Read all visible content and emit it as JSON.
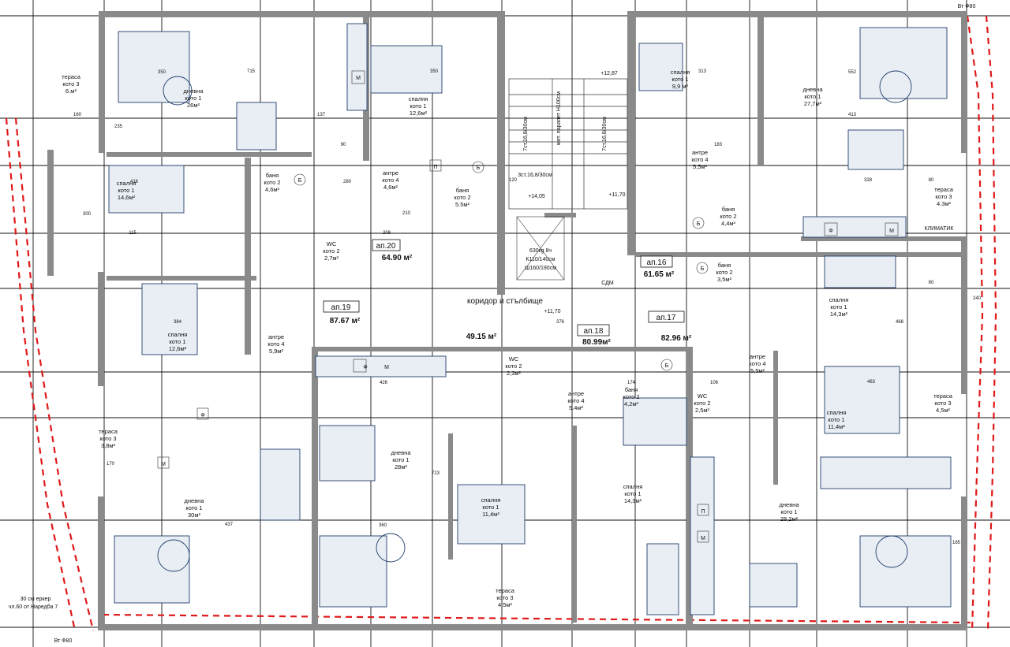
{
  "apartments": [
    {
      "id": "ap19",
      "name": "ап.19",
      "area": "87.67 м²"
    },
    {
      "id": "ap20",
      "name": "ап.20",
      "area": "64.90 м²"
    },
    {
      "id": "ap16",
      "name": "ап.16",
      "area": "61.65 м²"
    },
    {
      "id": "ap17",
      "name": "ап.17",
      "area": "82.96 м²"
    },
    {
      "id": "ap18",
      "name": "ап.18",
      "area": "80.99м²"
    }
  ],
  "corridor": {
    "name": "коридор и стълбище",
    "area": "49.15 м²",
    "level": "+11,70"
  },
  "levels": {
    "l1": "+12,87",
    "l2": "+14,05",
    "l3": "+11,70"
  },
  "stair_labels": {
    "a": "7ст.16,8/30см",
    "b": "мет. парапет Н100см",
    "c": "7ст.16,8/30см",
    "d": "3ст.16,8/30см"
  },
  "elevator": {
    "l1": "630кg 8ч",
    "l2": "К110/140см",
    "l3": "Ш160/190см"
  },
  "notes": {
    "erker": "30 см еркер",
    "naredba": "чл.60 от Наредба 7",
    "vt": "Вт Ф80",
    "klima": "КЛИМАТИК",
    "sdm": "СДМ"
  },
  "rooms": [
    {
      "id": "r1",
      "name": "тераса",
      "floor": "кото 3",
      "area": "6.м²"
    },
    {
      "id": "r2",
      "name": "дневна",
      "floor": "кото 1",
      "area": "26м²"
    },
    {
      "id": "r3",
      "name": "спалня",
      "floor": "кото 1",
      "area": "12,6м²"
    },
    {
      "id": "r4",
      "name": "спалня",
      "floor": "кото 1",
      "area": "14,6м²"
    },
    {
      "id": "r5",
      "name": "баня",
      "floor": "кото 2",
      "area": "4,6м²"
    },
    {
      "id": "r6",
      "name": "антре",
      "floor": "кото 4",
      "area": "4,6м²"
    },
    {
      "id": "r7",
      "name": "баня",
      "floor": "кото 2",
      "area": "5.5м²"
    },
    {
      "id": "r8",
      "name": "WC",
      "floor": "кото 2",
      "area": "2,7м²"
    },
    {
      "id": "r9",
      "name": "спалня",
      "floor": "кото 1",
      "area": "12,6м²"
    },
    {
      "id": "r10",
      "name": "антре",
      "floor": "кото 4",
      "area": "5,9м²"
    },
    {
      "id": "r11",
      "name": "тераса",
      "floor": "кото 3",
      "area": "3,8м²"
    },
    {
      "id": "r12",
      "name": "дневна",
      "floor": "кото 1",
      "area": "30м²"
    },
    {
      "id": "r13",
      "name": "спалня",
      "floor": "кото 1",
      "area": "9,9 м²"
    },
    {
      "id": "r14",
      "name": "дневна",
      "floor": "кото 1",
      "area": "27,7м²"
    },
    {
      "id": "r15",
      "name": "антре",
      "floor": "кото 4",
      "area": "5,5м²"
    },
    {
      "id": "r16",
      "name": "тераса",
      "floor": "кото 3",
      "area": "4.3м²"
    },
    {
      "id": "r17",
      "name": "баня",
      "floor": "кото 2",
      "area": "4,4м²"
    },
    {
      "id": "r18",
      "name": "баня",
      "floor": "кото 2",
      "area": "3,5м²"
    },
    {
      "id": "r19",
      "name": "спалня",
      "floor": "кото 1",
      "area": "14,3м²"
    },
    {
      "id": "r20",
      "name": "антре",
      "floor": "кото 4",
      "area": "5,5м²"
    },
    {
      "id": "r21",
      "name": "спалня",
      "floor": "кото 1",
      "area": "11,4м²"
    },
    {
      "id": "r22",
      "name": "тераса",
      "floor": "кото 3",
      "area": "4,5м²"
    },
    {
      "id": "r23",
      "name": "WC",
      "floor": "кото 2",
      "area": "2,5м²"
    },
    {
      "id": "r24",
      "name": "дневна",
      "floor": "кото 1",
      "area": "28,2м²"
    },
    {
      "id": "r25",
      "name": "дневна",
      "floor": "кото 1",
      "area": "28м²"
    },
    {
      "id": "r26",
      "name": "WC",
      "floor": "кото 2",
      "area": "2,3м²"
    },
    {
      "id": "r27",
      "name": "антре",
      "floor": "кото 4",
      "area": "5.4м²"
    },
    {
      "id": "r28",
      "name": "баня",
      "floor": "кото 2",
      "area": "4,2м²"
    },
    {
      "id": "r29",
      "name": "спалня",
      "floor": "кото 1",
      "area": "11,4м²"
    },
    {
      "id": "r30",
      "name": "спалня",
      "floor": "кото 1",
      "area": "14,3м²"
    },
    {
      "id": "r31",
      "name": "тераса",
      "floor": "кото 3",
      "area": "4,5м²"
    }
  ],
  "dimensions": [
    "715",
    "350",
    "137",
    "350",
    "280",
    "208",
    "160",
    "235",
    "416",
    "300",
    "115",
    "384",
    "426",
    "360",
    "437",
    "723",
    "552",
    "413",
    "328",
    "468",
    "463",
    "313",
    "183",
    "376",
    "174",
    "106",
    "120",
    "90",
    "210",
    "80",
    "240",
    "185",
    "60",
    "170"
  ],
  "symbols": {
    "b": "Б",
    "p": "П",
    "f": "Ф",
    "m": "М"
  }
}
